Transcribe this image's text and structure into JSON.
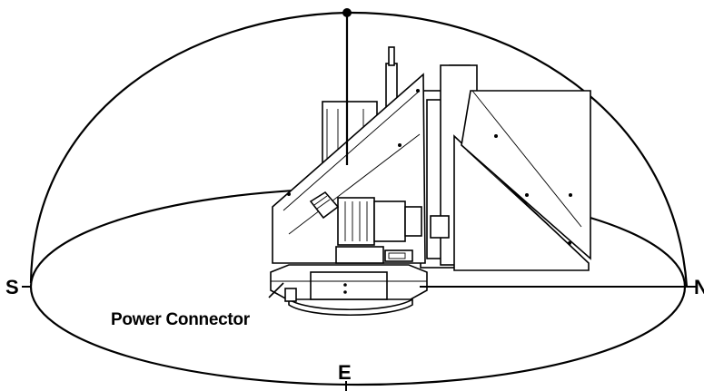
{
  "diagram": {
    "labels": {
      "south": "S",
      "north": "N",
      "east": "E",
      "power_connector": "Power Connector"
    },
    "colors": {
      "ink": "#000000",
      "background": "#ffffff"
    },
    "icons": {
      "zenith_marker": "filled-circle",
      "device": "antenna-positioner-line-drawing"
    }
  }
}
